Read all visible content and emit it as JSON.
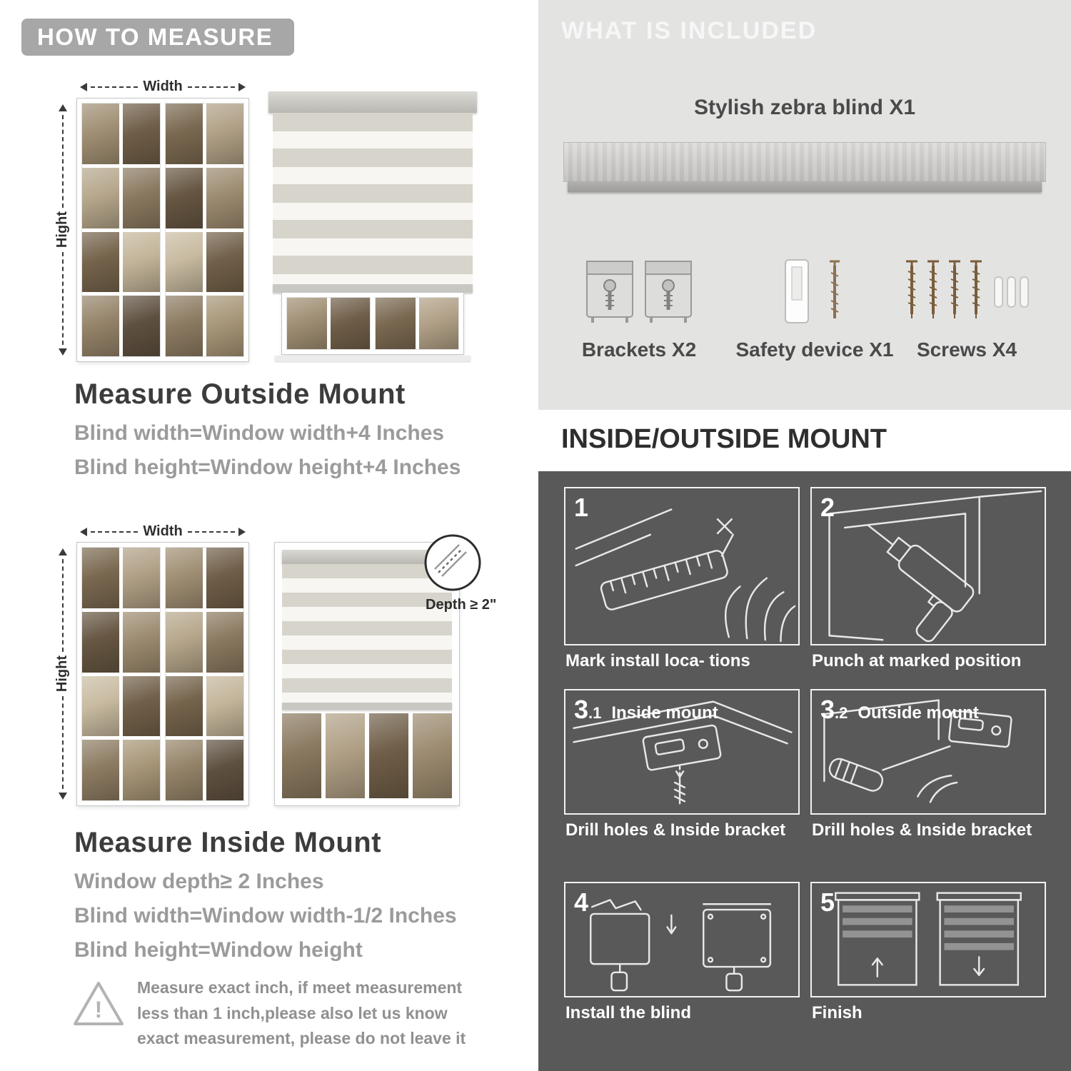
{
  "colors": {
    "header_pill": "#a7a7a7",
    "light_panel": "#e3e3e2",
    "dark_panel": "#595959",
    "heading_text": "#3c3c3c",
    "muted_text": "#9b9b9b",
    "caption_text": "#ffffff"
  },
  "left": {
    "header": "HOW TO MEASURE",
    "outside": {
      "width_label": "Width",
      "height_label": "Hight",
      "title": "Measure Outside Mount",
      "lines": [
        "Blind width=Window width+4 Inches",
        "Blind height=Window height+4 Inches"
      ]
    },
    "inside": {
      "width_label": "Width",
      "height_label": "Hight",
      "depth_label": "Depth ≥ 2\"",
      "title": "Measure Inside Mount",
      "lines": [
        "Window depth≥ 2 Inches",
        "Blind width=Window width-1/2 Inches",
        "Blind height=Window height"
      ]
    },
    "warning": {
      "icon_glyph": "!",
      "text": "Measure exact inch, if meet measurement less than 1 inch,please also let us know exact measurement, please do not leave it"
    }
  },
  "right": {
    "included": {
      "header": "WHAT IS INCLUDED",
      "blind_label": "Stylish zebra blind X1",
      "items": [
        {
          "label": "Brackets X2"
        },
        {
          "label": "Safety device X1"
        },
        {
          "label": "Screws X4"
        }
      ]
    },
    "mount": {
      "header": "INSIDE/OUTSIDE MOUNT",
      "steps": [
        {
          "num": "1",
          "sub": "",
          "inner_label": "",
          "caption": "Mark install loca- tions"
        },
        {
          "num": "2",
          "sub": "",
          "inner_label": "",
          "caption": "Punch at  marked position"
        },
        {
          "num": "3",
          "sub": ".1",
          "inner_label": "Inside mount",
          "caption": "Drill holes &  Inside bracket"
        },
        {
          "num": "3",
          "sub": ".2",
          "inner_label": "Outside mount",
          "caption": "Drill holes &  Inside bracket"
        },
        {
          "num": "4",
          "sub": "",
          "inner_label": "",
          "caption": "Install the blind"
        },
        {
          "num": "5",
          "sub": "",
          "inner_label": "",
          "caption": "Finish"
        }
      ]
    }
  }
}
